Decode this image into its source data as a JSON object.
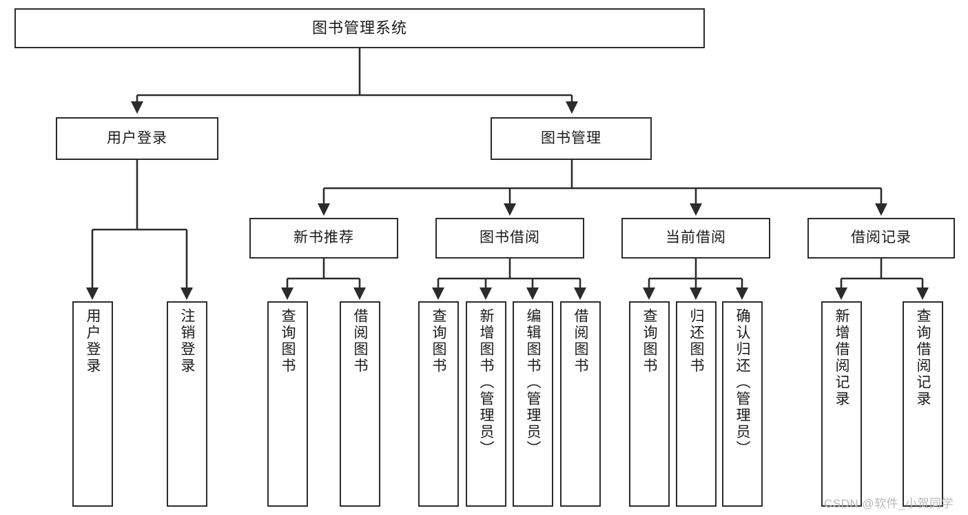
{
  "diagram": {
    "title": "图书管理系统",
    "watermark": "CSDN @软件_小贺同学",
    "stroke_color": "#2b2b2b",
    "background_color": "#ffffff",
    "text_color": "#1a1a1a",
    "watermark_color": "#b9b9b9",
    "type": "tree-hierarchy-diagram",
    "levels": 4
  },
  "nodes": {
    "root": {
      "label": "图书管理系统"
    },
    "level2": [
      {
        "label": "用户登录"
      },
      {
        "label": "图书管理"
      }
    ],
    "level3": [
      {
        "label": "新书推荐"
      },
      {
        "label": "图书借阅"
      },
      {
        "label": "当前借阅"
      },
      {
        "label": "借阅记录"
      }
    ],
    "leaves": {
      "user_login": [
        {
          "label": "用户登录"
        },
        {
          "label": "注销登录"
        }
      ],
      "new_book_recommend": [
        {
          "label": "查询图书"
        },
        {
          "label": "借阅图书"
        }
      ],
      "book_borrow": [
        {
          "label": "查询图书"
        },
        {
          "label": "新增图书（管理员）"
        },
        {
          "label": "编辑图书（管理员）"
        },
        {
          "label": "借阅图书"
        }
      ],
      "current_borrow": [
        {
          "label": "查询图书"
        },
        {
          "label": "归还图书"
        },
        {
          "label": "确认归还（管理员）"
        }
      ],
      "borrow_record": [
        {
          "label": "新增借阅记录"
        },
        {
          "label": "查询借阅记录"
        }
      ]
    }
  }
}
